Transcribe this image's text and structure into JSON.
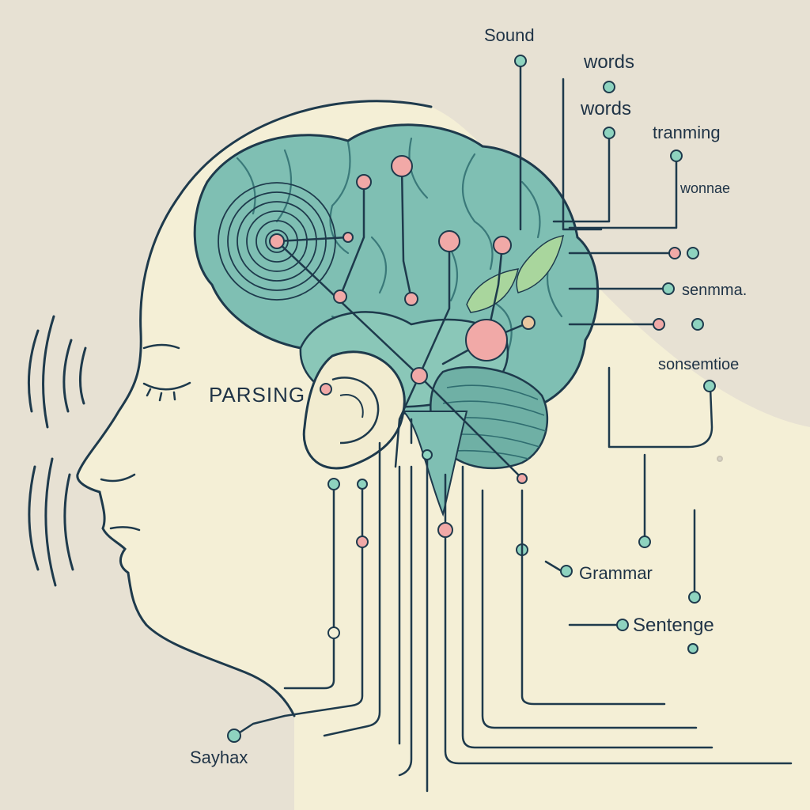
{
  "labels": {
    "sound": "Sound",
    "words_1": "words",
    "words_2": "words",
    "tranming": "tranming",
    "wonnae": "wonnae",
    "senmma": "senmma.",
    "sonsemtioe": "sonsemtioe",
    "parsing": "PARSING",
    "grammar": "Grammar",
    "sentenge": "Sentenge",
    "sayhax": "Sayhax"
  },
  "colors": {
    "background": "#e7e1d3",
    "skin": "#f4efd6",
    "outline": "#1e3a4c",
    "brain": "#7fbfb3",
    "brain_dark": "#5ea79c",
    "node_pink": "#f1a9a7",
    "node_mint": "#8ed3bf",
    "leaf": "#a9d69d"
  },
  "icons": {
    "sound_waves": "sound-waves-icon",
    "ear": "ear-icon",
    "leaf": "leaf-icon"
  }
}
